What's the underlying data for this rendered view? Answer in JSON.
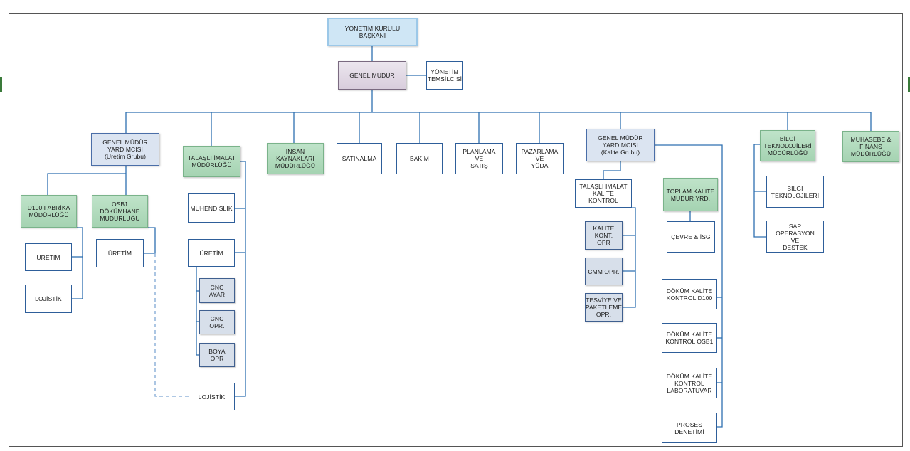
{
  "chart": {
    "board": "YÖNETİM KURULU BAŞKANI",
    "gm": "GENEL MÜDÜR",
    "rep": "YÖNETİM\nTEMSİLCİSİ",
    "gmy_prod": "GENEL MÜDÜR\nYARDIMCISI\n(Üretim Grubu)",
    "talasli": "TALAŞLI İMALAT\nMÜDÜRLÜĞÜ",
    "ik": "İNSAN KAYNAKLARI\nMÜDÜRLÜĞÜ",
    "satinalma": "SATINALMA",
    "bakim": "BAKIM",
    "planlama": "PLANLAMA VE\nSATIŞ",
    "pazarlama": "PAZARLAMA VE\nYÜDA",
    "gmy_quality": "GENEL MÜDÜR\nYARDIMCISI\n(Kalite Grubu)",
    "bilgi": "BİLGİ\nTEKNOLOJİLERİ\nMÜDÜRLÜĞÜ",
    "muhasebe": "MUHASEBE &\nFİNANS\nMÜDÜRLÜĞÜ",
    "d100": "D100 FABRİKA\nMÜDÜRLÜĞÜ",
    "osb1": "OSB1 DÖKÜMHANE\nMÜDÜRLÜĞÜ",
    "d100_uretim": "ÜRETİM",
    "d100_lojistik": "LOJİSTİK",
    "osb1_uretim": "ÜRETİM",
    "muhendislik": "MÜHENDİSLİK",
    "tal_uretim": "ÜRETİM",
    "cnc_ayar": "CNC AYAR",
    "cnc_opr": "CNC OPR.",
    "boya_opr": "BOYA OPR",
    "tal_lojistik": "LOJİSTİK",
    "tal_kalite": "TALAŞLI İMALAT\nKALİTE KONTROL",
    "kalite_kont_opr": "KALİTE\nKONT. OPR",
    "cmm_opr": "CMM OPR.",
    "tesviye": "TESVİYE VE\nPAKETLEME\nOPR.",
    "toplam_kalite": "TOPLAM KALİTE\nMÜDÜR YRD.",
    "cevre": "ÇEVRE & İSG",
    "dk_d100": "DÖKÜM KALİTE\nKONTROL D100",
    "dk_osb1": "DÖKÜM KALİTE\nKONTROL OSB1",
    "dk_lab": "DÖKÜM KALİTE\nKONTROL\nLABORATUVAR",
    "proses": "PROSES DENETİMİ",
    "bilgi_tek": "BİLGİ\nTEKNOLOJİLERİ",
    "sap": "SAP OPERASYON\nVE\nDESTEK"
  },
  "colors": {
    "line": "#2e6fb0",
    "top_fill": "#cfe6f5",
    "gm_fill": "#d8cddc",
    "manager_fill": "#a5d3b2",
    "assistant_fill": "#dbe4f1",
    "operator_fill": "#d7dfea"
  }
}
